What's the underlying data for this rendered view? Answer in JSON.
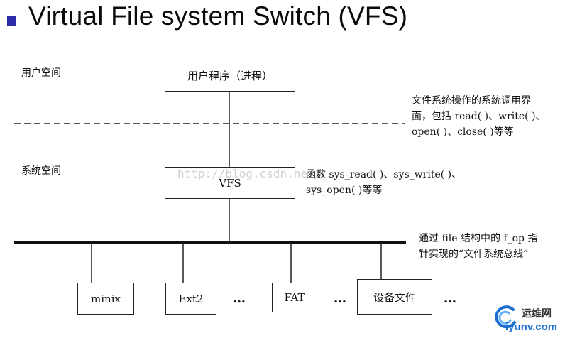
{
  "title": "Virtual File system Switch (VFS)",
  "labels": {
    "user_space": "用户空间",
    "system_space": "系统空间"
  },
  "boxes": {
    "user_program": "用户程序（进程）",
    "vfs": "VFS",
    "minix": "minix",
    "ext2": "Ext2",
    "fat": "FAT",
    "device_file": "设备文件"
  },
  "ellipsis": "…",
  "notes": {
    "syscall": [
      "文件系统操作的系统调用界",
      "面，包括 read( )、write( )、",
      "open( )、close( )等等"
    ],
    "vfs_funcs": [
      "函数 sys_read( )、sys_write( )、",
      "sys_open( )等等"
    ],
    "bus": [
      "通过 file 结构中的 f_op 指",
      "针实现的“文件系统总线”"
    ]
  },
  "watermark": "http://blog.csdn.net/",
  "logo": {
    "name": "运维网",
    "url": "iyunv.com",
    "color": "#1a6fd1"
  }
}
